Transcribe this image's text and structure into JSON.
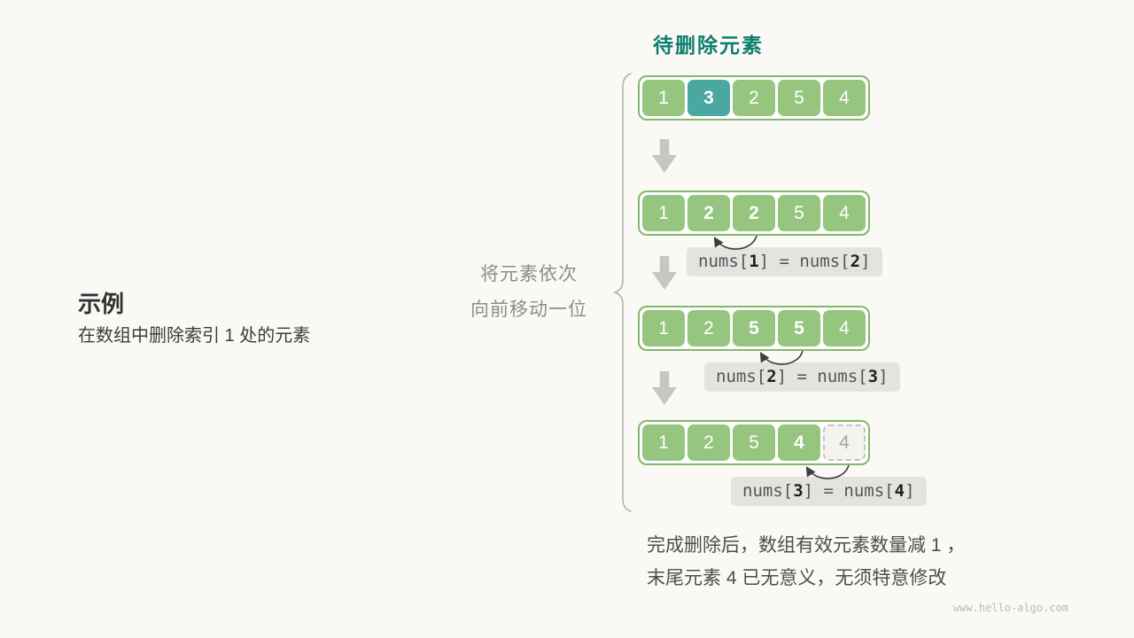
{
  "header": {
    "target_label": "待删除元素"
  },
  "example": {
    "title": "示例",
    "description": "在数组中删除索引 1 处的元素"
  },
  "shift_note": {
    "line1": "将元素依次",
    "line2": "向前移动一位"
  },
  "footer": {
    "line1": "完成删除后，数组有效元素数量减 1 ，",
    "line2": "末尾元素 4 已无意义，无须特意修改"
  },
  "watermark": "www.hello-algo.com",
  "colors": {
    "cell_green": "#95c57e",
    "cell_border": "#84b76b",
    "highlight_teal": "#4aa8a0",
    "ghost_bg": "#f4f3f0",
    "code_bg": "#e5e3e0",
    "arrow_gray": "#c8c6c3",
    "accent_teal": "#0e7f6e"
  },
  "array_steps": [
    {
      "values": [
        "1",
        "3",
        "2",
        "5",
        "4"
      ],
      "highlight": [
        1
      ],
      "bold": [],
      "ghost": [],
      "code": null
    },
    {
      "values": [
        "1",
        "2",
        "2",
        "5",
        "4"
      ],
      "highlight": [],
      "bold": [
        1,
        2
      ],
      "ghost": [],
      "code": {
        "pre": "nums[",
        "i1": "1",
        "mid": "] = nums[",
        "i2": "2",
        "post": "]"
      }
    },
    {
      "values": [
        "1",
        "2",
        "5",
        "5",
        "4"
      ],
      "highlight": [],
      "bold": [
        2,
        3
      ],
      "ghost": [],
      "code": {
        "pre": "nums[",
        "i1": "2",
        "mid": "] = nums[",
        "i2": "3",
        "post": "]"
      }
    },
    {
      "values": [
        "1",
        "2",
        "5",
        "4",
        "4"
      ],
      "highlight": [],
      "bold": [
        3
      ],
      "ghost": [
        4
      ],
      "code": {
        "pre": "nums[",
        "i1": "3",
        "mid": "] = nums[",
        "i2": "4",
        "post": "]"
      }
    }
  ]
}
